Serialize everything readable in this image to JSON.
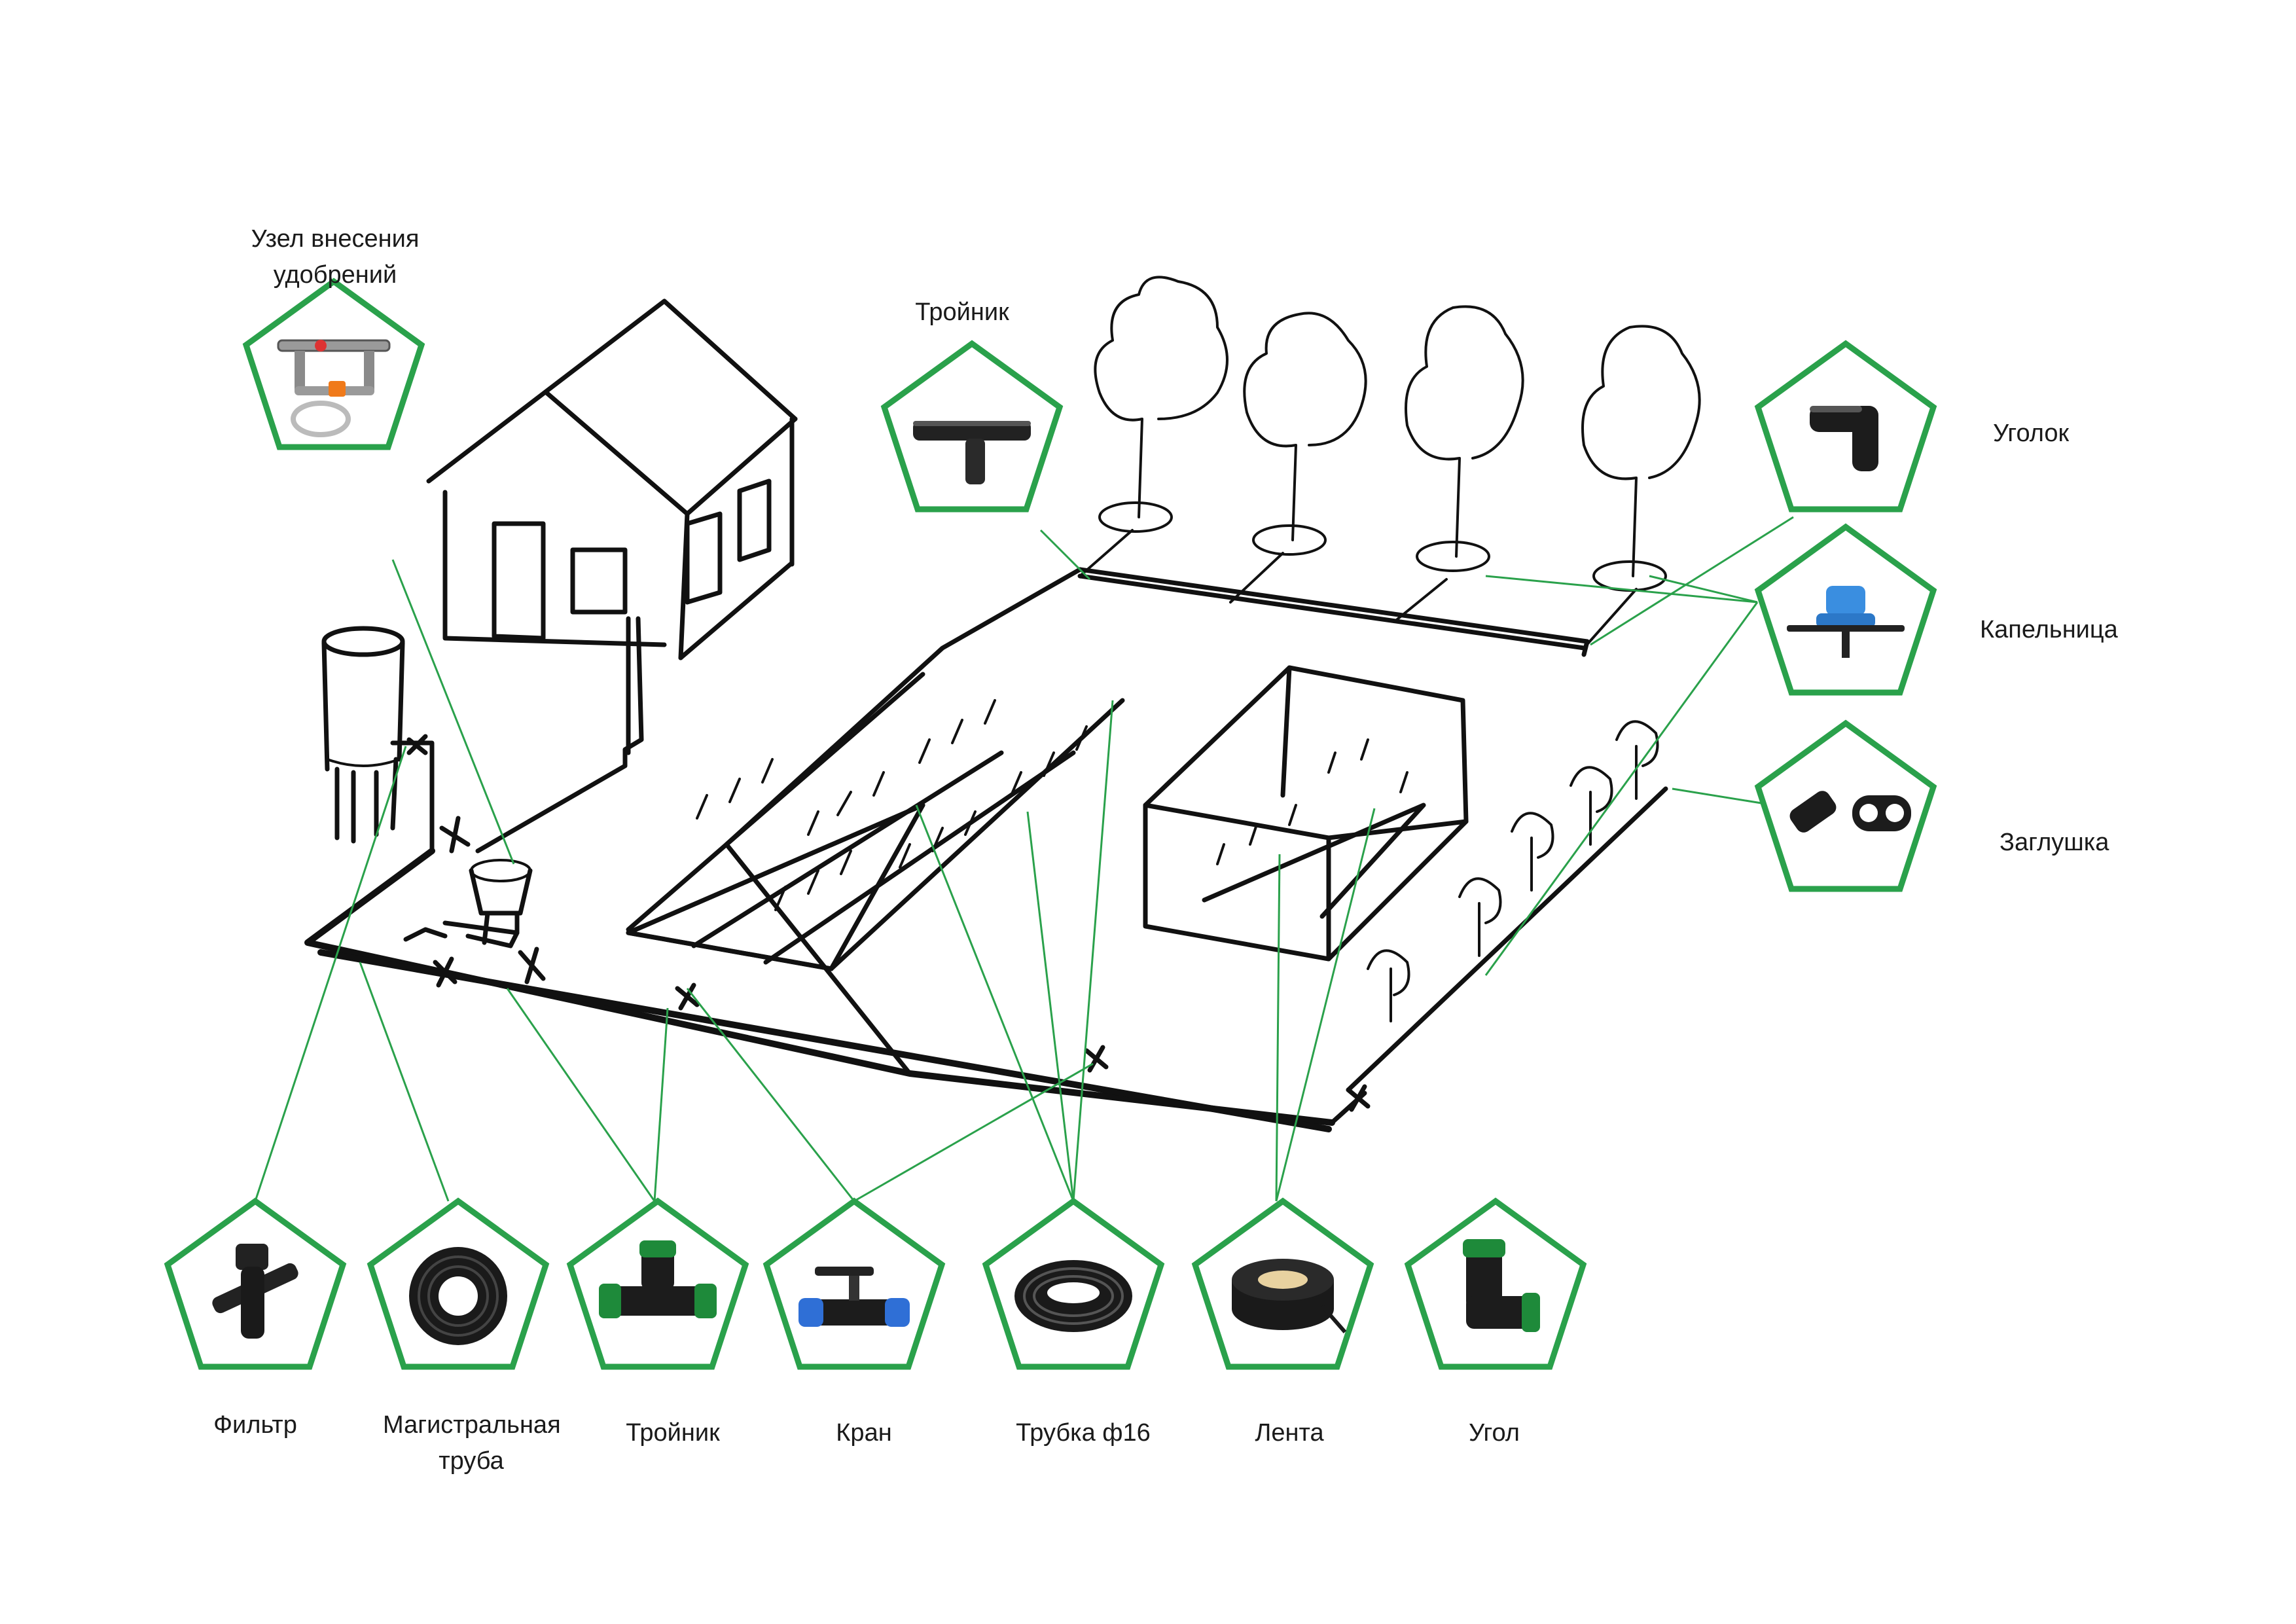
{
  "colors": {
    "accent": "#2aa14b",
    "sketch": "#111111",
    "background": "#ffffff"
  },
  "components": {
    "fertilizer_unit": {
      "label": "Узел внесения удобрений",
      "icon": "fertilizer-injector-icon"
    },
    "tee_top": {
      "label": "Тройник",
      "icon": "tee-fitting-icon"
    },
    "elbow": {
      "label": "Уголок",
      "icon": "elbow-fitting-icon"
    },
    "dripper": {
      "label": "Капельница",
      "icon": "dripper-icon"
    },
    "plug": {
      "label": "Заглушка",
      "icon": "end-plug-icon"
    },
    "filter": {
      "label": "Фильтр",
      "icon": "filter-icon"
    },
    "main_pipe": {
      "label": "Магистральная труба",
      "icon": "pipe-coil-icon"
    },
    "tee_bottom": {
      "label": "Тройник",
      "icon": "compression-tee-icon"
    },
    "valve": {
      "label": "Кран",
      "icon": "ball-valve-icon"
    },
    "tube16": {
      "label": "Трубка ф16",
      "icon": "drip-tube-coil-icon"
    },
    "tape": {
      "label": "Лента",
      "icon": "drip-tape-roll-icon"
    },
    "angle": {
      "label": "Угол",
      "icon": "compression-elbow-icon"
    }
  }
}
